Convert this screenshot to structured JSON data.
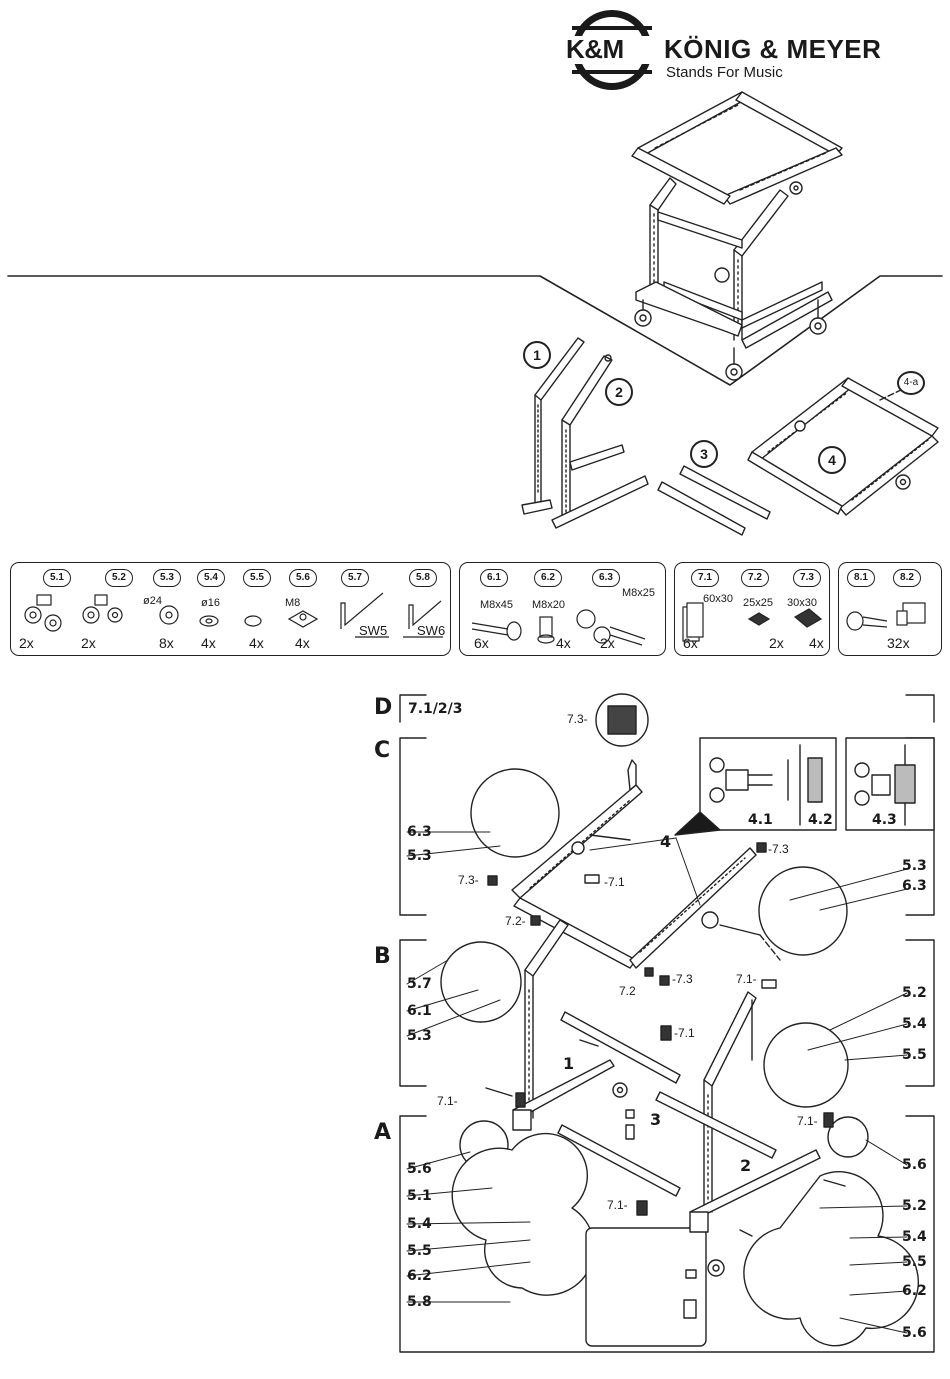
{
  "brand": {
    "logo_text": "K&M",
    "company": "KÖNIG & MEYER",
    "tagline": "Stands For Music"
  },
  "overview_callouts": {
    "part_1": "1",
    "part_2": "2",
    "part_3": "3",
    "part_4": "4",
    "part_4a": "4-a"
  },
  "parts_groups": [
    {
      "items": [
        {
          "num": "5.1",
          "spec": "",
          "qty": "2x"
        },
        {
          "num": "5.2",
          "spec": "",
          "qty": "2x"
        },
        {
          "num": "5.3",
          "spec": "ø24",
          "qty": "8x"
        },
        {
          "num": "5.4",
          "spec": "ø16",
          "qty": "4x"
        },
        {
          "num": "5.5",
          "spec": "",
          "qty": "4x"
        },
        {
          "num": "5.6",
          "spec": "M8",
          "qty": "4x"
        },
        {
          "num": "5.7",
          "spec": "SW5",
          "qty": ""
        },
        {
          "num": "5.8",
          "spec": "SW6",
          "qty": ""
        }
      ]
    },
    {
      "items": [
        {
          "num": "6.1",
          "spec": "M8x45",
          "qty": "6x"
        },
        {
          "num": "6.2",
          "spec": "M8x20",
          "qty": "4x"
        },
        {
          "num": "6.3",
          "spec": "M8x25",
          "qty": "2x"
        }
      ]
    },
    {
      "items": [
        {
          "num": "7.1",
          "spec": "60x30",
          "qty": "6x"
        },
        {
          "num": "7.2",
          "spec": "25x25",
          "qty": "2x"
        },
        {
          "num": "7.3",
          "spec": "30x30",
          "qty": "4x"
        }
      ]
    },
    {
      "items": [
        {
          "num": "8.1",
          "spec": "",
          "qty": ""
        },
        {
          "num": "8.2",
          "spec": "",
          "qty": "32x"
        }
      ]
    }
  ],
  "steps": {
    "D": {
      "letter": "D",
      "parts": "7.1/2/3"
    },
    "C": {
      "letter": "C"
    },
    "B": {
      "letter": "B"
    },
    "A": {
      "letter": "A"
    }
  },
  "assembly_labels": {
    "c_63_left": "6.3",
    "c_53_left": "5.3",
    "c_53_right": "5.3",
    "c_63_right": "6.3",
    "c_73_top": "7.3-",
    "c_73_a": "7.3-",
    "c_73_b": "-7.3",
    "c_71_a": "-7.1",
    "c_72_a": "7.2-",
    "c_4": "4",
    "detail_41": "4.1",
    "detail_42": "4.2",
    "detail_43": "4.3",
    "b_57": "5.7",
    "b_61": "6.1",
    "b_53": "5.3",
    "b_52": "5.2",
    "b_54": "5.4",
    "b_55": "5.5",
    "b_72": "7.2",
    "b_73": "-7.3",
    "b_71_mid": "-7.1",
    "b_71_right": "7.1-",
    "b_1": "1",
    "a_71_left": "7.1-",
    "a_71_right": "7.1-",
    "a_71_bottom": "7.1-",
    "a_3": "3",
    "a_2": "2",
    "a_56_left": "5.6",
    "a_51": "5.1",
    "a_54_left": "5.4",
    "a_55_left": "5.5",
    "a_62_left": "6.2",
    "a_58": "5.8",
    "a_56_right": "5.6",
    "a_52": "5.2",
    "a_54_right": "5.4",
    "a_55_right": "5.5",
    "a_62_right": "6.2",
    "a_56_bottom": "5.6"
  }
}
